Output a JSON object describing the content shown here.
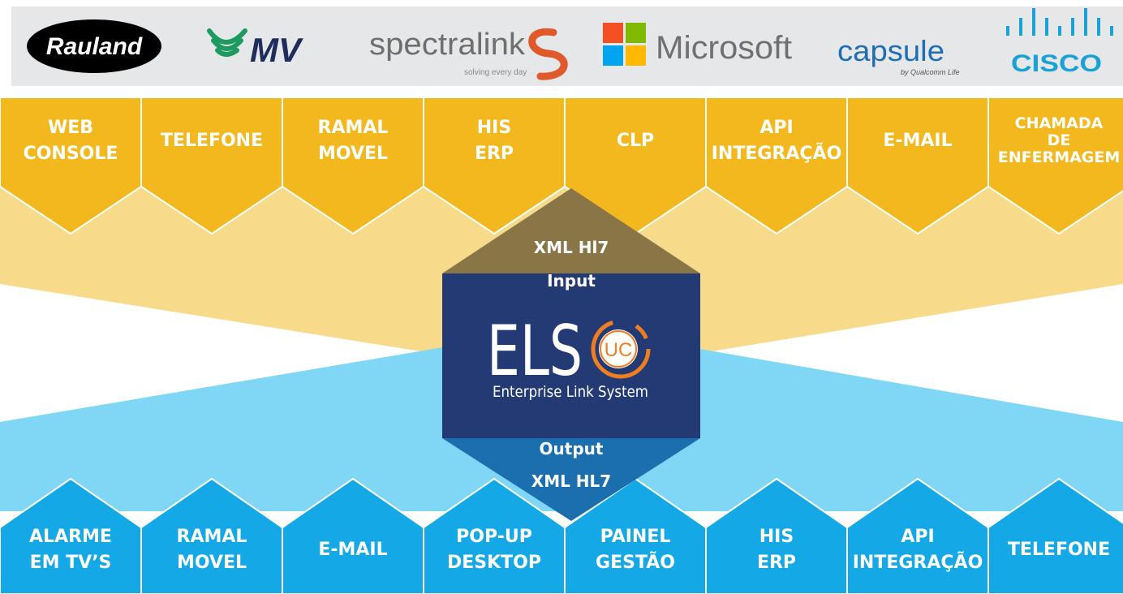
{
  "logos": {
    "rauland": "Rauland",
    "mv": "MV",
    "spectralink": "spectralink",
    "spectralink_tagline": "solving every day",
    "microsoft": "Microsoft",
    "capsule": "capsule",
    "capsule_tagline": "by Qualcomm Life",
    "cisco": "CISCO"
  },
  "colors": {
    "input_band": "#f2b81e",
    "input_fan": "#f7da8a",
    "output_band": "#15a8e6",
    "output_fan": "#7fd6f5",
    "core": "#233a74",
    "input_cap": "#8a7546",
    "output_cap": "#1b6fae",
    "accent_orange": "#ef7d22"
  },
  "inputs": [
    {
      "lines": [
        "WEB",
        "CONSOLE"
      ]
    },
    {
      "lines": [
        "TELEFONE"
      ]
    },
    {
      "lines": [
        "RAMAL",
        "MOVEL"
      ]
    },
    {
      "lines": [
        "HIS",
        "ERP"
      ]
    },
    {
      "lines": [
        "CLP"
      ]
    },
    {
      "lines": [
        "API",
        "INTEGRAÇÃO"
      ]
    },
    {
      "lines": [
        "E-MAIL"
      ]
    },
    {
      "lines": [
        "CHAMADA",
        "DE",
        "ENFERMAGEM"
      ]
    }
  ],
  "outputs": [
    {
      "lines": [
        "ALARME",
        "EM TV’S"
      ]
    },
    {
      "lines": [
        "RAMAL",
        "MOVEL"
      ]
    },
    {
      "lines": [
        "E-MAIL"
      ]
    },
    {
      "lines": [
        "POP-UP",
        "DESKTOP"
      ]
    },
    {
      "lines": [
        "PAINEL",
        "GESTÃO"
      ]
    },
    {
      "lines": [
        "HIS",
        "ERP"
      ]
    },
    {
      "lines": [
        "API",
        "INTEGRAÇÃO"
      ]
    },
    {
      "lines": [
        "TELEFONE"
      ]
    }
  ],
  "core": {
    "input_line1": "XML Hl7",
    "input_line2": "Input",
    "logo_text": "ELS",
    "badge": "UC",
    "subtitle": "Enterprise Link System",
    "output_line1": "Output",
    "output_line2": "XML HL7"
  }
}
